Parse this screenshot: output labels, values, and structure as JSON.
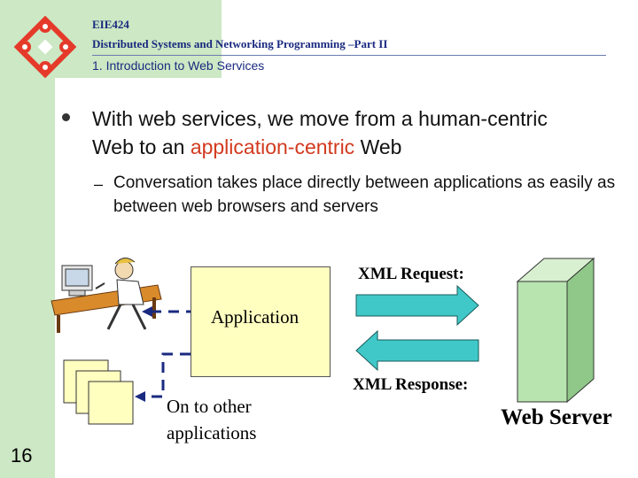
{
  "header": {
    "course": "EIE424",
    "title": "Distributed Systems and Networking Programming –Part II",
    "section": "1. Introduction to Web Services"
  },
  "bullets": {
    "main_before": "With web services, we move from a human-centric Web to an ",
    "main_accent": "application-centric",
    "main_after": " Web",
    "sub": "Conversation takes place directly between applications as easily as between web browsers and servers"
  },
  "diagram": {
    "application_label": "Application",
    "xml_request_label": "XML Request:",
    "xml_response_label": "XML Response:",
    "other_apps_label_line1": "On to other",
    "other_apps_label_line2": "applications",
    "server_label": "Web Server"
  },
  "footer": {
    "page_number": "16"
  },
  "colors": {
    "sidebar": "#cce8c4",
    "accent_text": "#d23a1e",
    "arrow_fill": "#40c8c8",
    "app_box": "#ffffc0",
    "server": "#b8e4b0",
    "logo": "#e53a2a"
  }
}
